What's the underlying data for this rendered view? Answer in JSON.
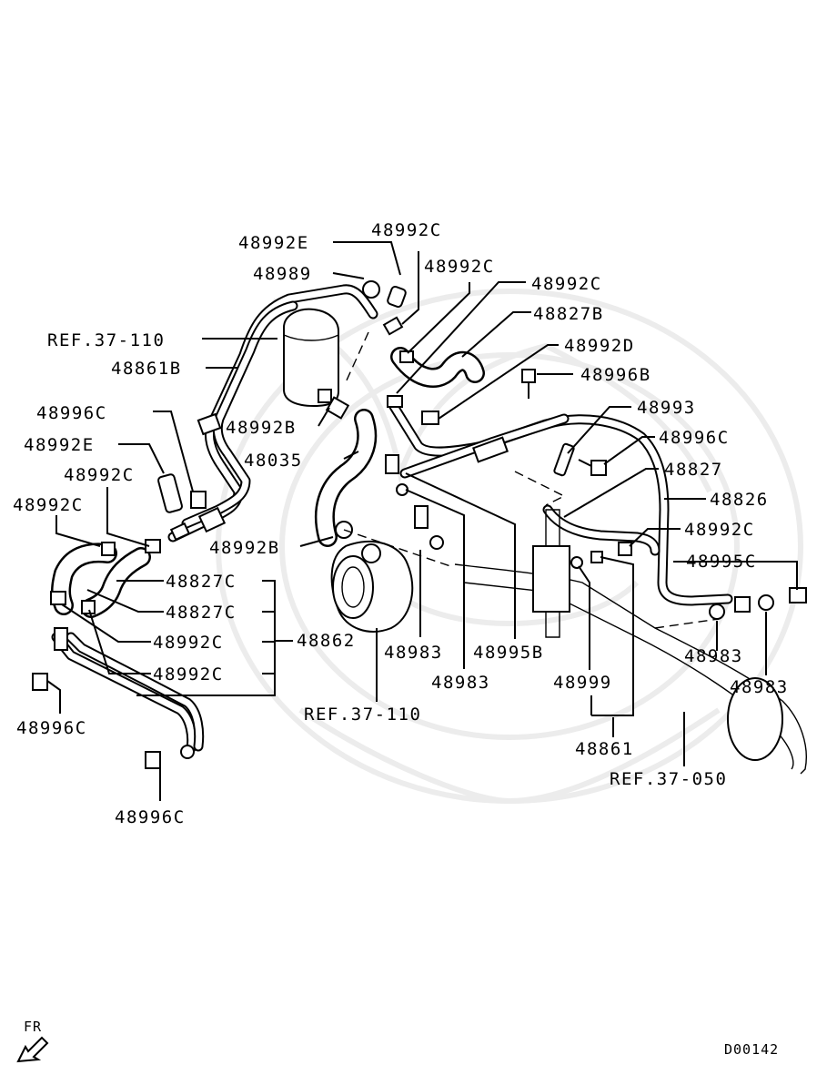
{
  "diagram": {
    "labels": {
      "p48992E_top": "48992E",
      "p48992C_top": "48992C",
      "p48989": "48989",
      "p48992C_2": "48992C",
      "p48992C_3": "48992C",
      "ref_37_110_top": "REF.37-110",
      "p48827B": "48827B",
      "p48861B": "48861B",
      "p48992D": "48992D",
      "p48996B": "48996B",
      "p48996C_left": "48996C",
      "p48993": "48993",
      "p48992B_top": "48992B",
      "p48992E_left": "48992E",
      "p48996C_right": "48996C",
      "p48035": "48035",
      "p48827": "48827",
      "p48992C_left1": "48992C",
      "p48826": "48826",
      "p48992C_left2": "48992C",
      "p48992C_right": "48992C",
      "p48992B_mid": "48992B",
      "p48995C": "48995C",
      "p48827C_1": "48827C",
      "p48827C_2": "48827C",
      "p48862": "48862",
      "p48992C_b1": "48992C",
      "p48983_a": "48983",
      "p48995B": "48995B",
      "p48983_b": "48983",
      "p48992C_b2": "48992C",
      "p48983_c": "48983",
      "p48999": "48999",
      "p48983_d": "48983",
      "ref_37_110_bottom": "REF.37-110",
      "p48996C_b1": "48996C",
      "p48861": "48861",
      "ref_37_050": "REF.37-050",
      "p48996C_b2": "48996C"
    },
    "footer": {
      "fr": "FR",
      "code": "D00142"
    }
  }
}
